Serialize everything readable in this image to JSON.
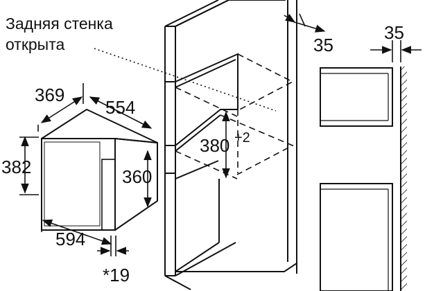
{
  "note": {
    "line1": "Задняя стенка",
    "line2": "открыта"
  },
  "dims": {
    "top_offset": "35",
    "wall_gap": "35",
    "depth": "369",
    "width": "554",
    "height_outer": "382",
    "height_inner": "360",
    "front_width": "594",
    "niche_height": "380",
    "niche_tolerance": "+2",
    "front_thickness": "*19"
  },
  "colors": {
    "line": "#111111",
    "background": "#ffffff"
  }
}
